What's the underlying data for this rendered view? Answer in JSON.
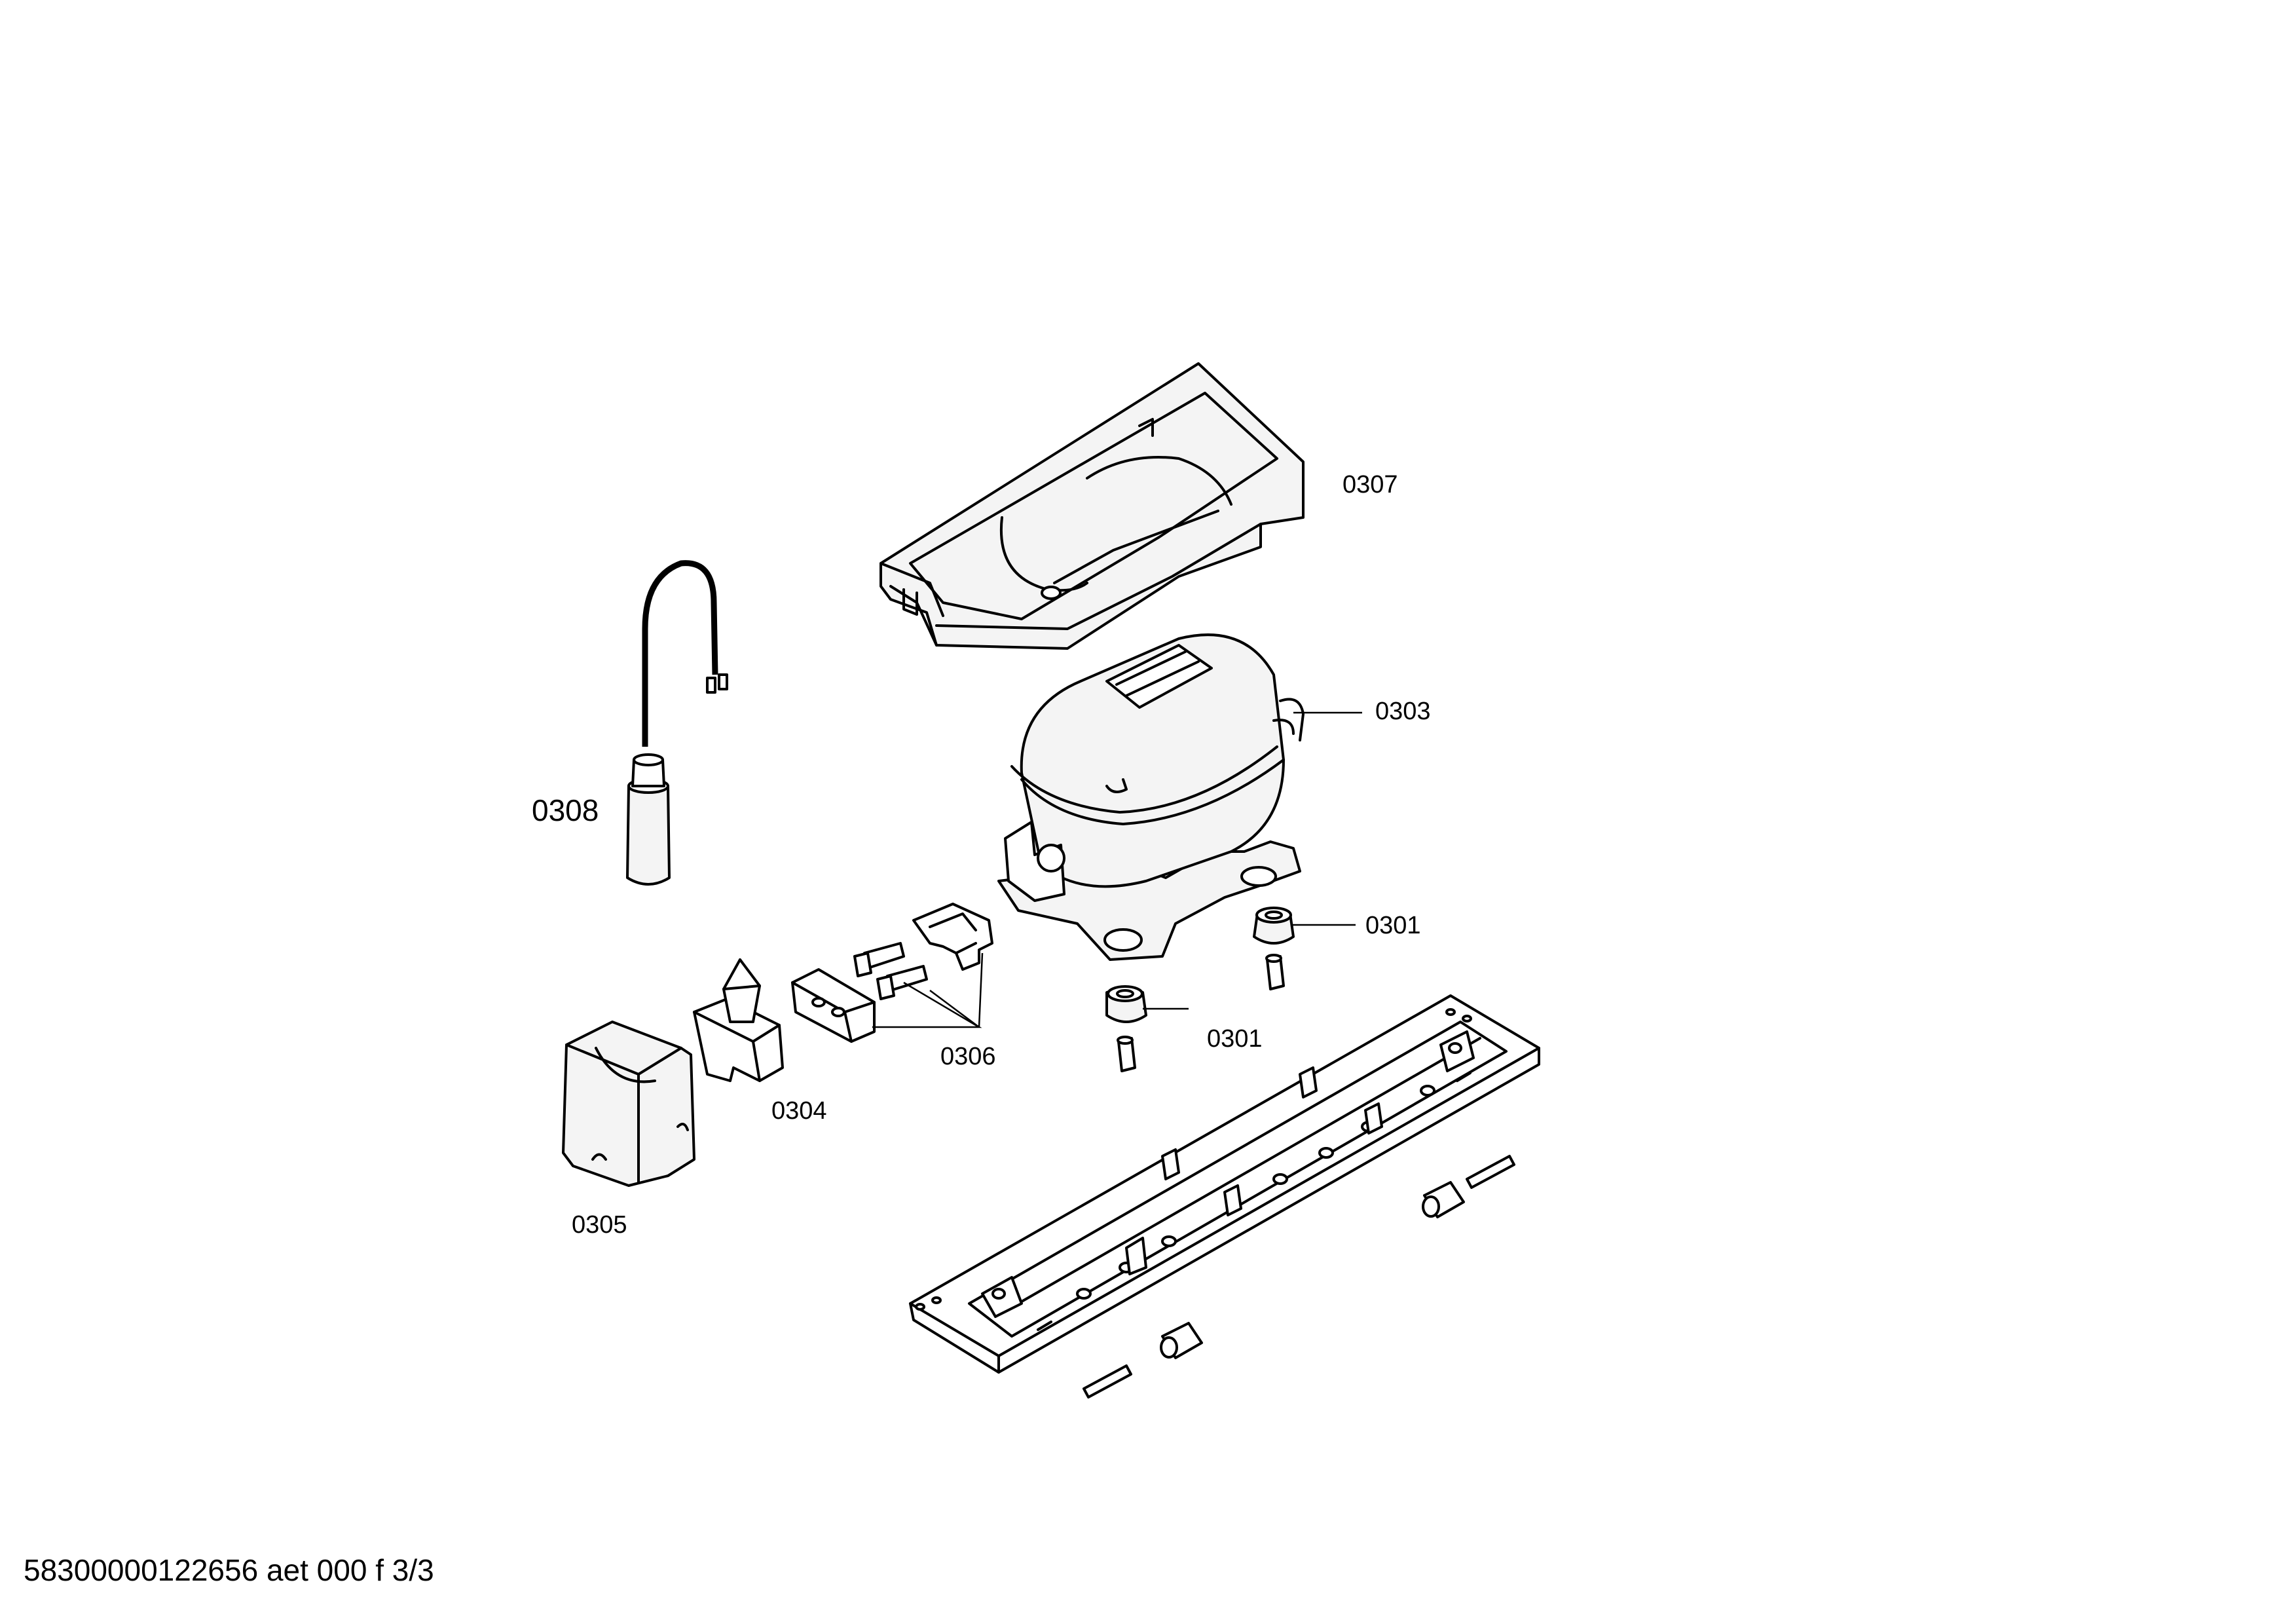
{
  "labels": {
    "p0301a": "0301",
    "p0301b": "0301",
    "p0303": "0303",
    "p0304": "0304",
    "p0305": "0305",
    "p0306": "0306",
    "p0307": "0307",
    "p0308": "0308"
  },
  "footer": {
    "text": "58300000122656 aet 000 f 3/3"
  },
  "colors": {
    "line": "#000000",
    "background": "#ffffff"
  }
}
